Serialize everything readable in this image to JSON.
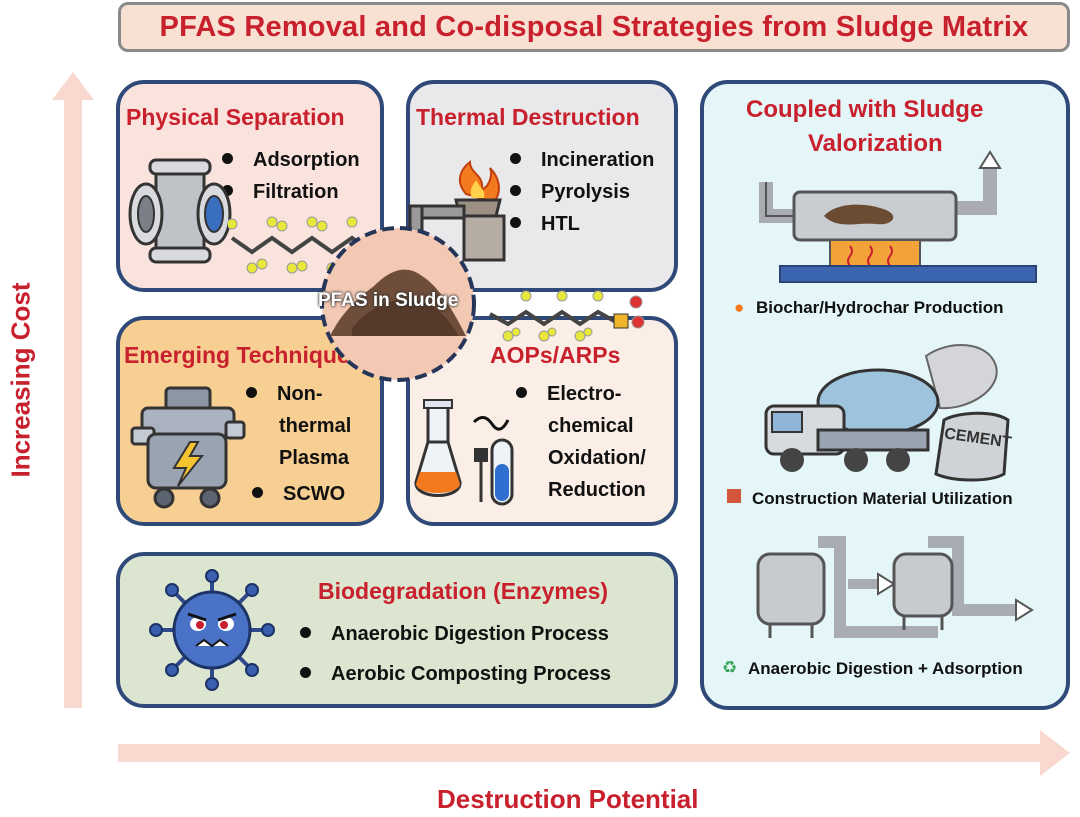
{
  "title": "PFAS Removal and Co-disposal Strategies from Sludge Matrix",
  "axes": {
    "y_label": "Increasing Cost",
    "x_label": "Destruction Potential"
  },
  "center_label": "PFAS in Sludge",
  "panels": {
    "physical": {
      "title": "Physical Separation",
      "items": [
        "Adsorption",
        "Filtration"
      ]
    },
    "thermal": {
      "title": "Thermal Destruction",
      "items": [
        "Incineration",
        "Pyrolysis",
        "HTL"
      ]
    },
    "emerging": {
      "title": "Emerging Technique",
      "items": [
        "Non-",
        "thermal",
        "Plasma",
        "SCWO"
      ]
    },
    "aops": {
      "title": "AOPs/ARPs",
      "items": [
        "Electro-",
        "chemical",
        "Oxidation/",
        "Reduction"
      ]
    },
    "bio": {
      "title": "Biodegradation (Enzymes)",
      "items": [
        "Anaerobic Digestion Process",
        "Aerobic Composting Process"
      ]
    },
    "coupled": {
      "title_line1": "Coupled with Sludge",
      "title_line2": "Valorization",
      "captions": [
        "Biochar/Hydrochar Production",
        "Construction Material Utilization",
        "Anaerobic Digestion + Adsorption"
      ],
      "cement_label": "CEMENT"
    }
  },
  "colors": {
    "title_red": "#c8202c",
    "border_blue": "#2f4a78",
    "physical_bg": "#fbe3dd",
    "thermal_bg": "#e9e9ec",
    "emerging_bg": "#f8cf93",
    "aops_bg": "#fbeee6",
    "bio_bg": "#dbe5cf",
    "coupled_bg": "#e5f6f9"
  }
}
